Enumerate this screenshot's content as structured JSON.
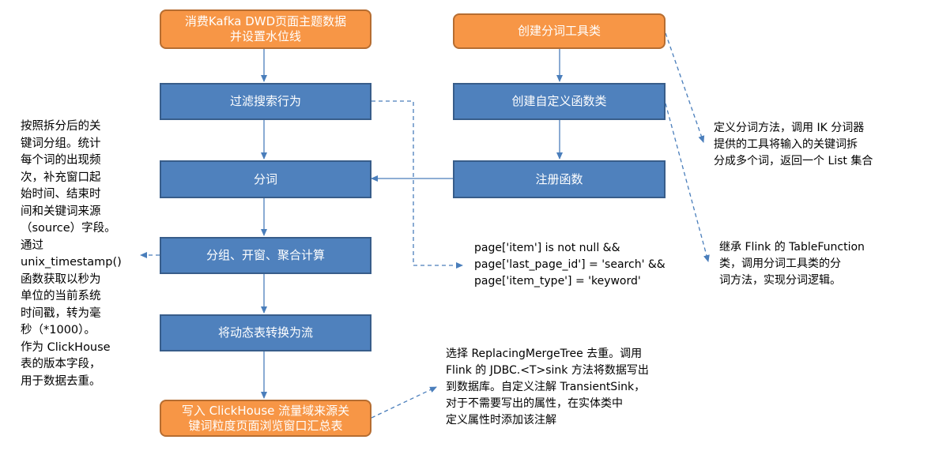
{
  "colors": {
    "process_fill": "#4f81bd",
    "terminal_fill": "#f79646",
    "arrow": "#4a7ebb"
  },
  "boxes": {
    "consume_kafka": "消费Kafka DWD页面主题数据\n并设置水位线",
    "filter_search": "过滤搜索行为",
    "split_words": "分词",
    "group_window_agg": "分组、开窗、聚合计算",
    "table_to_stream": "将动态表转换为流",
    "write_clickhouse": "写入 ClickHouse 流量域来源关\n键词粒度页面浏览窗口汇总表",
    "create_tool_class": "创建分词工具类",
    "create_udf_class": "创建自定义函数类",
    "register_function": "注册函数"
  },
  "notes": {
    "group_desc": "按照拆分后的关\n键词分组。统计\n每个词的出现频\n次，补充窗口起\n始时间、结束时\n间和关键词来源\n（source）字段。\n通过\nunix_timestamp()\n函数获取以秒为\n单位的当前系统\n时间戳，转为毫\n秒（*1000）。\n作为 ClickHouse\n表的版本字段，\n用于数据去重。",
    "filter_condition": "page['item'] is not null &&\npage['last_page_id'] = 'search' &&\npage['item_type'] = 'keyword'",
    "tool_desc": "定义分词方法，调用 IK 分词器\n提供的工具将输入的关键词拆\n分成多个词，返回一个 List 集合",
    "udf_desc": "继承 Flink 的 TableFunction\n类，调用分词工具类的分\n词方法，实现分词逻辑。",
    "sink_desc": "选择 ReplacingMergeTree 去重。调用\nFlink 的 JDBC.<T>sink 方法将数据写出\n到数据库。自定义注解 TransientSink，\n对于不需要写出的属性，在实体类中\n定义属性时添加该注解"
  }
}
